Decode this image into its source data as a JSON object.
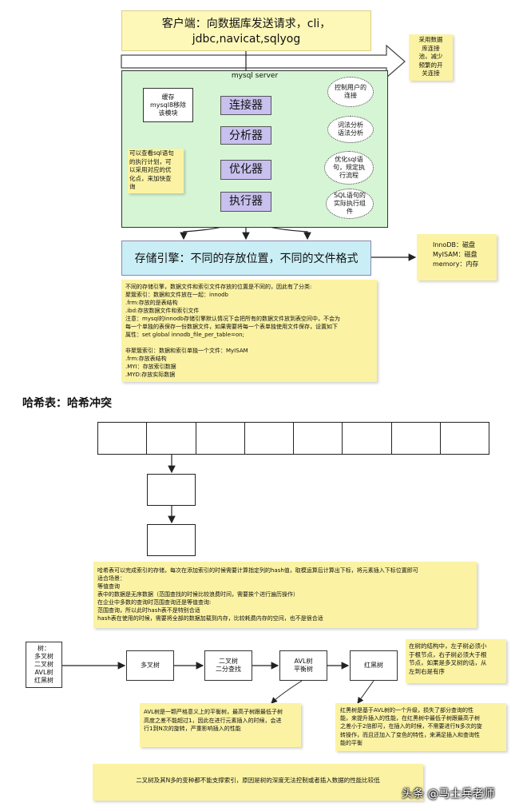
{
  "client_box": "客户端：向数据库发送请求，cli，\njdbc,navicat,sqlyog",
  "pool_note": "采用数据\n库连接\n池，减少\n频繁的开\n关连接",
  "server_title": "mysql server",
  "cache_box": "缓存\nmysql8移除\n该模块",
  "layers": {
    "connector": "连接器",
    "parser": "分析器",
    "optimizer": "优化器",
    "executor": "执行器"
  },
  "clouds": {
    "connector": "控制用户的\n连接",
    "parser": "词法分析\n语法分析",
    "optimizer": "优化sql语\n句，规定执\n行流程",
    "executor": "SQL语句的\n实际执行组\n件"
  },
  "optimizer_note": "可以查看sql语句\n的执行计划，可\n以采用对应的优\n化点，来加快查\n询",
  "storage_box": "存储引擎：不同的存放位置，不同的文件格式",
  "engines_note": "InnoDB：磁盘\nMyISAM：磁盘\nmemory：内存",
  "storage_note": "不同的存储引擎，数据文件和索引文件存放的位置是不同的，因此有了分类:\n聚簇索引：数据和文件放在一起：innodb\n                    .frm:存放的是表结构\n                    .ibd:存放数据文件和索引文件\n注意：mysql的innodb存储引擎默认情况下会把所有的数据文件放到表空间中，不会为\n每一个单独的表保存一份数据文件，如果需要将每一个表单独使用文件保存，设置如下\n属性：set global innodb_file_per_table=on;\n\n非聚簇索引：数据和索引单独一个文件：MyISAM\n                    .frm:存放表结构\n                    .MYI：存放索引数据\n                    .MYD:存放实际数据",
  "hash_heading": "哈希表：哈希冲突",
  "hash_note": "哈希表可以完成索引的存储，每次在添加索引的时候需要计算指定列的hash值，取模运算后计算出下标，将元素插入下标位置即可\n适合场景：\n        等值查询\n        表中的数据是无序数据（范围查找的时候比较浪费时间，需要挨个进行遍历操作）\n在企业中多数的查询时范围查询还是等值查询:\n范围查询，所以此时hash表不是特别合适\nhash表在使用的时候，需要将全部的数据加载到内存，比较耗费内存的空间，也不是很合适",
  "trees": {
    "tree_types": "树：\n多叉树\n二叉树\nAVL树\n红黑树",
    "multi": "多叉树",
    "binary": "二叉树\n二分查找",
    "avl": "AVL树\n平衡树",
    "rb": "红黑树"
  },
  "rb_note": "在树的结构中，左子树必须小\n于根节点，右子树必须大于根\n节点，如果是多叉树的话，从\n左到右是有序",
  "avl_note": "AVL树是一颗严格意义上的平衡树，最高子树跟最低子树\n高度之差不能超过1，因此在进行元素插入的时候，会进\n行1到N次的旋转，严重影响插入的性能",
  "rb_detail_note": "红黑树是基于AVL树的一个升级，损失了部分查询的性\n能，来提升插入的性能，在红黑树中最低子树跟最高子树\n之差小于2倍即可，在插入的时候，不需要进行N多次的旋\n转操作，而且还加入了变色的特性，来满足插入和查询性\n能的平衡",
  "bottom_note": "二叉树及其N多的变种都不能支撑索引，原因是树的深度无法控制或者插入数据的性能比较低",
  "watermark": "头条 @马士兵老师"
}
